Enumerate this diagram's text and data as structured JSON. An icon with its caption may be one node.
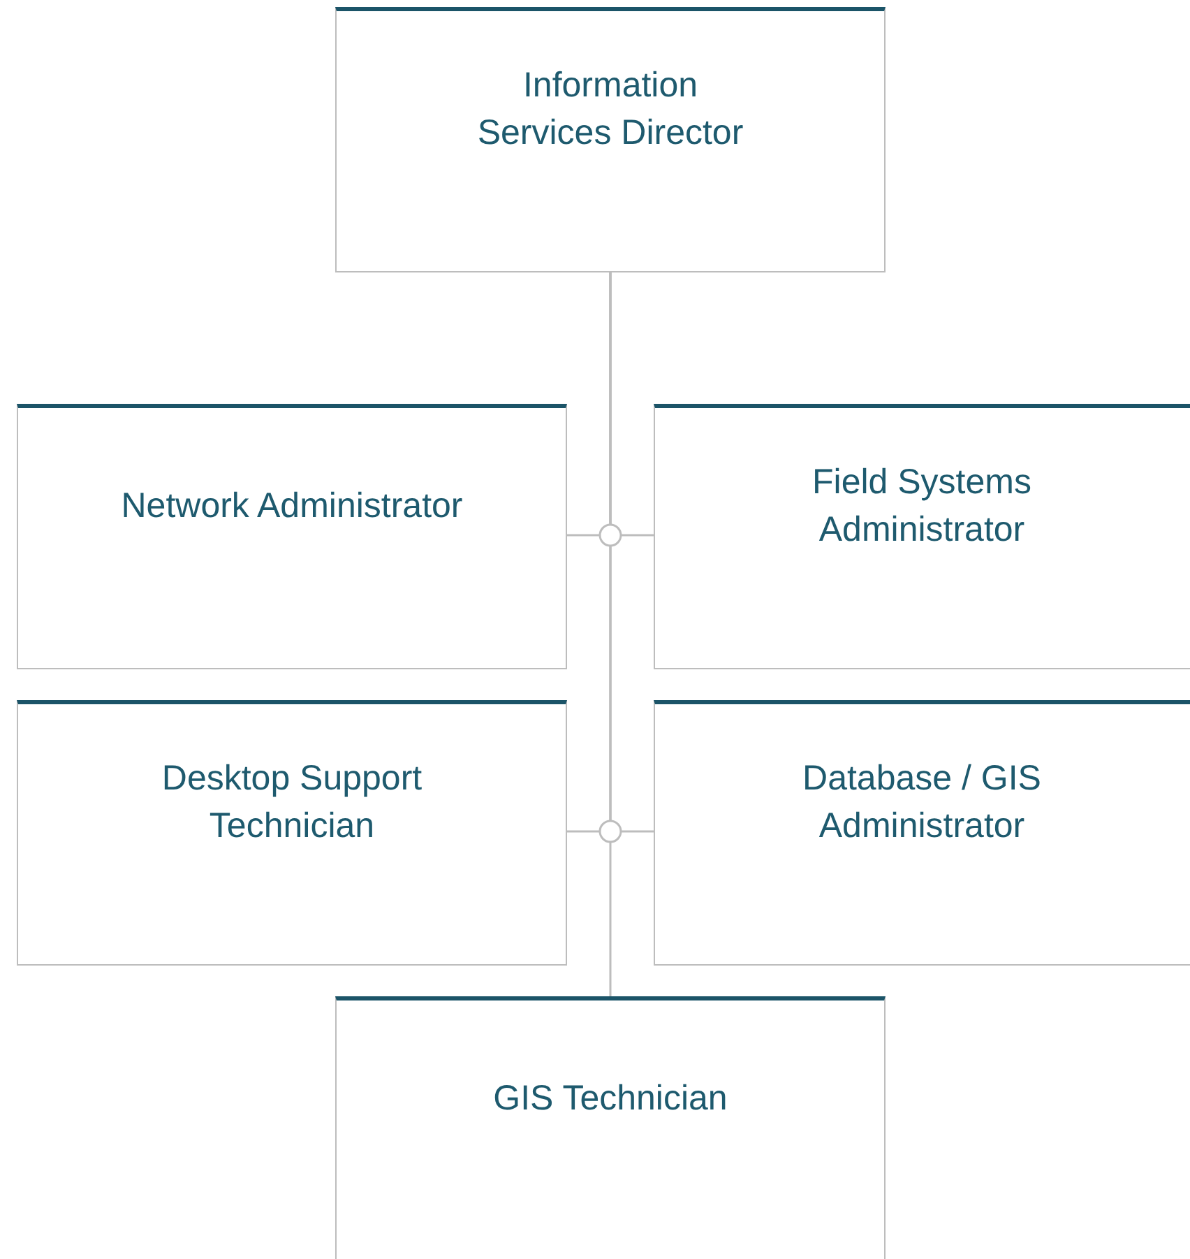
{
  "diagram": {
    "nodes": [
      {
        "text": [
          "Information Services Director"
        ]
      },
      {
        "text": [
          "Network Administrator"
        ]
      },
      {
        "text": [
          "Field Systems Administrator"
        ]
      },
      {
        "text": [
          "Desktop Support Technician"
        ]
      },
      {
        "text": [
          "Database / GIS Administrator"
        ]
      },
      {
        "text": [
          "GIS Technician"
        ]
      }
    ],
    "edges": [
      {
        "from": 0,
        "to": 1,
        "arrow": "none"
      },
      {
        "from": 0,
        "to": 2,
        "arrow": "none"
      },
      {
        "from": 0,
        "to": 3,
        "arrow": "none"
      },
      {
        "from": 0,
        "to": 4,
        "arrow": "none"
      },
      {
        "from": 0,
        "to": 5,
        "arrow": "none"
      }
    ]
  }
}
